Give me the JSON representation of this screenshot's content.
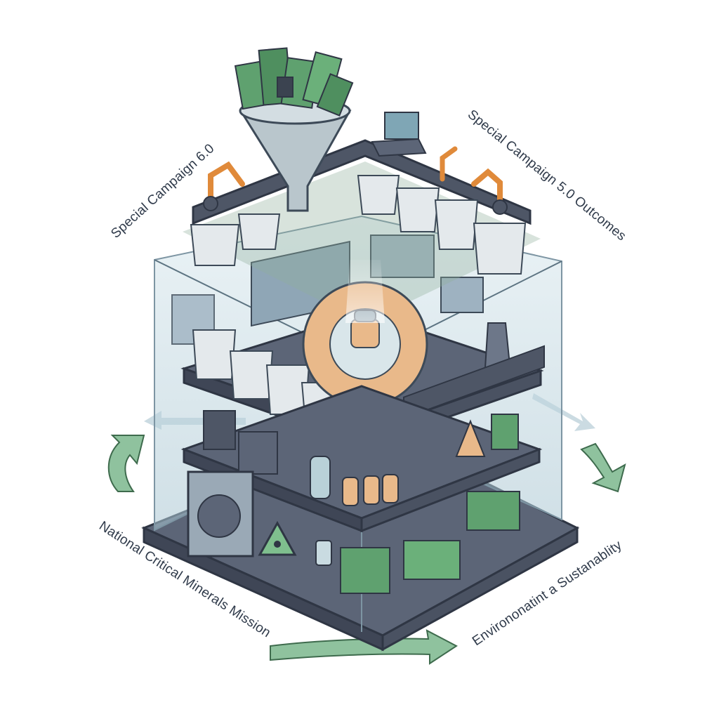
{
  "labels": {
    "top_left": "Special Campaign 6.0",
    "top_right": "Special Campaign 5.0 Outcomes",
    "bottom_left": "National Critical Minerals Mission",
    "bottom_right": "Environonatint a Sustanablity"
  },
  "colors": {
    "arrow_green": "#8fc29e",
    "arrow_stroke": "#3e6b4d",
    "glass": "#bcd6df",
    "platform": "#5c6577",
    "gear": "#e9b98a",
    "board_green": "#5fa16f"
  },
  "icons": [
    "funnel-icon",
    "gear-icon",
    "biohazard-icon",
    "laptop-icon",
    "robotic-arm-icon",
    "cooling-tower-icon"
  ]
}
